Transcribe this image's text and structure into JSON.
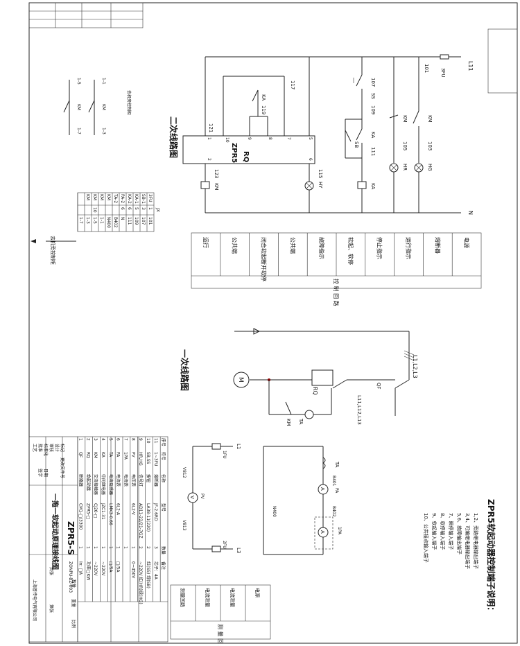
{
  "title_block": {
    "product_code": "ZPR5-S",
    "drawing_title": "一拖一软起动原理接线图",
    "drawing_number": "ZONPU-BZ-003",
    "company": "上海普传电气有限公司",
    "scale_label": "比例",
    "weight_label": "重量",
    "qty_label": "数量",
    "sheet_label": "第张",
    "total_label": "共张",
    "design_label": "设计",
    "check_label": "审核",
    "std_label": "标准化",
    "process_label": "工艺",
    "approve_label": "批准",
    "date_label": "日期",
    "sign_label": "签字",
    "mark_label": "标记",
    "zone_label": "更改文件号"
  },
  "bom_headers": [
    "序号",
    "符号",
    "名称",
    "型号",
    "数量",
    "备注"
  ],
  "bom": [
    {
      "no": "11",
      "sym": "1~3FU",
      "name": "熔断器",
      "model": "JF-2.6RD",
      "qty": "3",
      "note": "芯子：4A"
    },
    {
      "no": "10",
      "sym": "SB,SS",
      "name": "按钮",
      "model": "LA38-11(220)",
      "qty": "2",
      "note": "红(SS) 绿(SB)"
    },
    {
      "no": "9",
      "sym": "HR,HG",
      "name": "信号灯",
      "model": "AD11-22/21-7GZ",
      "qty": "2",
      "note": "~220V 红(HR)绿(HG)"
    },
    {
      "no": "8",
      "sym": "PV",
      "name": "电压表",
      "model": "6L2-V",
      "qty": "1",
      "note": "0~450V"
    },
    {
      "no": "7",
      "sym": "1PA",
      "name": "电流表",
      "model": "",
      "qty": "1",
      "note": ""
    },
    {
      "no": "6",
      "sym": "PA",
      "name": "电流表",
      "model": "6L2-A",
      "qty": "1",
      "note": "□/5A"
    },
    {
      "no": "5",
      "sym": "TA",
      "name": "电流互感器",
      "model": "LMK3-0.66",
      "qty": "1",
      "note": "□/5A"
    },
    {
      "no": "4",
      "sym": "KA",
      "name": "中间继电器",
      "model": "JZC1-31",
      "qty": "1",
      "note": "~220V"
    },
    {
      "no": "3",
      "sym": "KM",
      "name": "交流接触器",
      "model": "CJ20-□",
      "qty": "1",
      "note": "~220V"
    },
    {
      "no": "2",
      "sym": "RQ",
      "name": "软起动器",
      "model": "ZPR5-□",
      "qty": "1",
      "note": "功率□KW"
    },
    {
      "no": "1",
      "sym": "QF",
      "name": "断路器",
      "model": "CM1-□/3300",
      "qty": "1",
      "note": "In: □A"
    }
  ],
  "terminal_table": {
    "title": "JX",
    "rows": [
      [
        "3FU",
        "1",
        "101"
      ],
      [
        "SB-1",
        "3",
        "107"
      ],
      [
        "KA-1",
        "5",
        "109"
      ],
      [
        "KA-2",
        "6",
        "111"
      ],
      [
        "PA-2",
        "6",
        "N"
      ],
      [
        "TA-2",
        "",
        "B402"
      ],
      [
        "KM",
        "",
        "N400"
      ],
      [
        "KM",
        "",
        "1-1"
      ],
      [
        "KM",
        "10",
        "1-5"
      ],
      [
        "KM",
        "",
        "1-3"
      ],
      [
        "",
        "",
        "1-7"
      ]
    ],
    "arrow_label": "去机旁控制柜"
  },
  "bypass_label": "去机旁控制柜",
  "secondary_circuit_title": "二次线路图",
  "primary_circuit_title": "一次线路图",
  "legend_headers": [
    "电源",
    "熔断器",
    "运行指示",
    "停止指示",
    "软起、软停",
    "故障指示",
    "公共端",
    "闭合软起断开软停",
    "公共端",
    "运行"
  ],
  "legend_footer": "控 制 回 路",
  "measure_headers": [
    "电源",
    "电流测量",
    "电流测量",
    "测量回路"
  ],
  "measure_footer": "测 量 回 路",
  "labels": {
    "L11": "L11",
    "FU3": "3FU",
    "n101": "101",
    "n107": "107",
    "SS": "SS",
    "n109": "109",
    "KA": "KA",
    "SB": "SB",
    "n111": "111",
    "KM": "KM",
    "n105": "105",
    "n103": "103",
    "HR": "HR",
    "HG": "HG",
    "N": "N",
    "n117": "117",
    "n119": "119",
    "n121": "121",
    "ZPR5": "ZPR5",
    "RQ": "RQ",
    "p1": "1",
    "p10": "10",
    "p9": "9",
    "p8": "8",
    "p7": "7",
    "p5": "5",
    "p2": "2",
    "p6": "6",
    "n123": "123",
    "n115": "115",
    "HY": "HY",
    "L1L2L3": "L1,L2,L3",
    "QF": "QF",
    "L11L12L13": "L11,L12,L13",
    "TA": "TA",
    "M": "M",
    "L1": "L1",
    "L3": "L3",
    "FU1": "1FU",
    "FU2": "2FU",
    "V812": "V812",
    "V813": "V813",
    "PV": "PV",
    "B401": "B401",
    "B402": "B402",
    "PA": "PA",
    "PA1": "1PA",
    "N400": "N400",
    "A": "A",
    "V": "V",
    "b11": "1-1",
    "b13": "1-3",
    "b15": "1-5",
    "b17": "1-7"
  },
  "notes": {
    "title": "ZPR5软起动器控制端子说明：",
    "items": [
      "1,2、旁路继电器输出端子",
      "3,4、可编继电器输出端子",
      "5,6、故障输出端子",
      "7、瞬停输入端子",
      "8、软停输入端子",
      "9、软起输入端子",
      "10、公共接点输入端子"
    ]
  }
}
